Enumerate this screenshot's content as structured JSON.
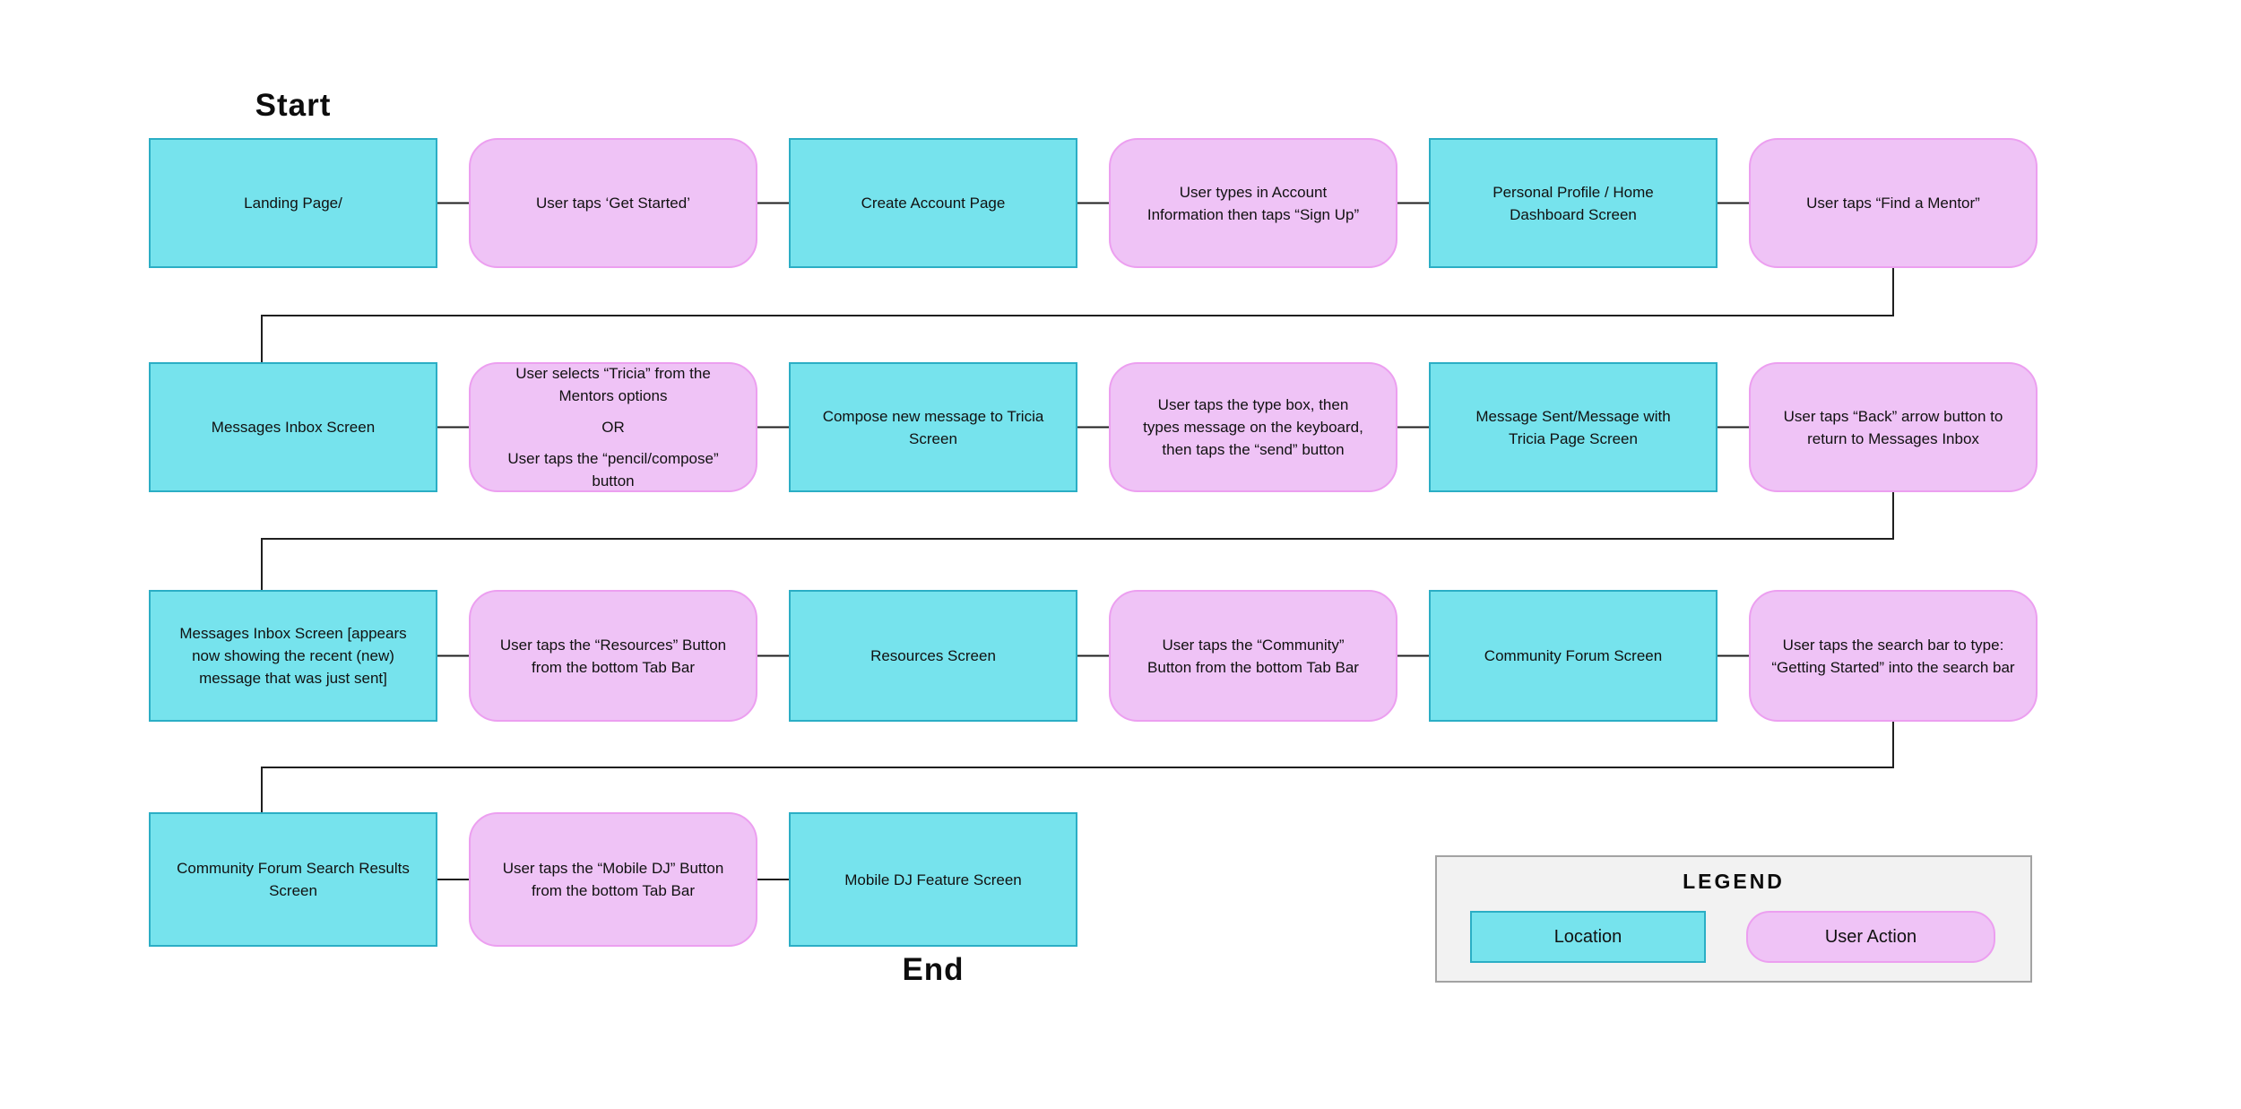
{
  "labels": {
    "start": "Start",
    "end": "End"
  },
  "colors": {
    "background": "#FFFFFF",
    "location_fill": "#76E3ED",
    "location_border": "#2BAEC5",
    "action_fill": "#EFC3F6",
    "action_border": "#EC9FF0",
    "connector_line": "#1F1F1F",
    "legend_bg": "#F2F2F2",
    "legend_border": "#A3A3A3",
    "text": "#111111"
  },
  "legend": {
    "title": "LEGEND",
    "items": [
      {
        "type": "location",
        "label": "Location"
      },
      {
        "type": "user-action",
        "label": "User Action"
      }
    ]
  },
  "rows": [
    {
      "nodes": [
        {
          "type": "location",
          "text": [
            [
              "Landing Page/"
            ]
          ]
        },
        {
          "type": "user-action",
          "text": [
            [
              "User taps ‘Get Started’"
            ]
          ]
        },
        {
          "type": "location",
          "text": [
            [
              "Create Account Page"
            ]
          ]
        },
        {
          "type": "user-action",
          "text": [
            [
              "User types in Account",
              "Information then taps “Sign Up”"
            ]
          ]
        },
        {
          "type": "location",
          "text": [
            [
              "Personal Profile / Home",
              "Dashboard Screen"
            ]
          ]
        },
        {
          "type": "user-action",
          "text": [
            [
              "User taps “Find a Mentor”"
            ]
          ]
        }
      ]
    },
    {
      "nodes": [
        {
          "type": "location",
          "text": [
            [
              "Messages Inbox Screen"
            ]
          ]
        },
        {
          "type": "user-action",
          "text": [
            [
              "User selects “Tricia” from the",
              "Mentors options"
            ],
            [
              "OR"
            ],
            [
              "User taps the “pencil/compose”",
              "button"
            ]
          ]
        },
        {
          "type": "location",
          "text": [
            [
              "Compose new message to Tricia",
              "Screen"
            ]
          ]
        },
        {
          "type": "user-action",
          "text": [
            [
              "User taps the type box, then",
              "types message on the keyboard,",
              "then taps the “send” button"
            ]
          ]
        },
        {
          "type": "location",
          "text": [
            [
              "Message Sent/Message with",
              "Tricia Page Screen"
            ]
          ]
        },
        {
          "type": "user-action",
          "text": [
            [
              "User taps “Back” arrow button to",
              "return to Messages Inbox"
            ]
          ]
        }
      ]
    },
    {
      "nodes": [
        {
          "type": "location",
          "text": [
            [
              "Messages Inbox Screen [appears",
              "now showing the recent (new)",
              "message that was just sent]"
            ]
          ]
        },
        {
          "type": "user-action",
          "text": [
            [
              "User taps the “Resources” Button",
              "from the bottom Tab Bar"
            ]
          ]
        },
        {
          "type": "location",
          "text": [
            [
              "Resources Screen"
            ]
          ]
        },
        {
          "type": "user-action",
          "text": [
            [
              "User taps the “Community”",
              "Button from the bottom Tab Bar"
            ]
          ]
        },
        {
          "type": "location",
          "text": [
            [
              "Community Forum Screen"
            ]
          ]
        },
        {
          "type": "user-action",
          "text": [
            [
              "User taps the search bar to type:",
              "“Getting Started” into the search bar"
            ]
          ]
        }
      ]
    },
    {
      "nodes": [
        {
          "type": "location",
          "text": [
            [
              "Community Forum Search Results",
              "Screen"
            ]
          ]
        },
        {
          "type": "user-action",
          "text": [
            [
              "User taps the “Mobile DJ” Button",
              "from the bottom Tab Bar"
            ]
          ]
        },
        {
          "type": "location",
          "text": [
            [
              "Mobile DJ Feature Screen"
            ]
          ]
        }
      ]
    }
  ]
}
